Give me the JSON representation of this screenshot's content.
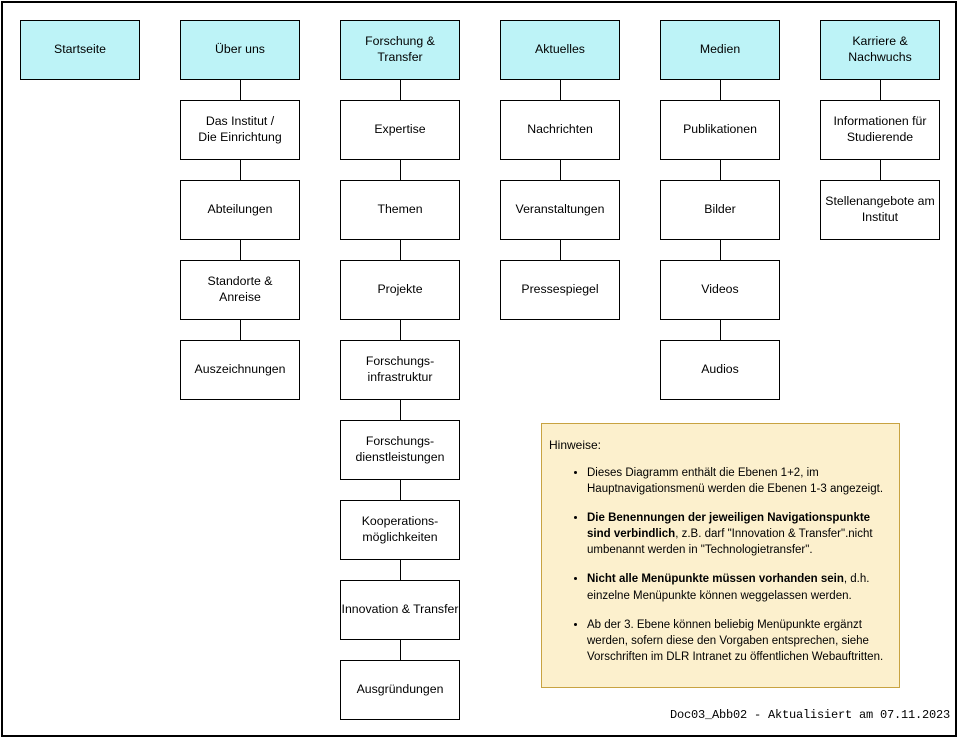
{
  "page": {
    "footer": "Doc03_Abb02 - Aktualisiert am 07.11.2023"
  },
  "colors": {
    "root_box_fill": "#BDF3F7",
    "box_border": "#000000",
    "note_fill": "#FCF0CD",
    "note_border": "#C8A341"
  },
  "sitemap": {
    "columns": [
      {
        "root": "Startseite",
        "children": []
      },
      {
        "root": "Über uns",
        "children": [
          "Das Institut /\nDie Einrichtung",
          "Abteilungen",
          "Standorte &\nAnreise",
          "Auszeichnungen"
        ]
      },
      {
        "root": "Forschung &\nTransfer",
        "children": [
          "Expertise",
          "Themen",
          "Projekte",
          "Forschungs-\ninfrastruktur",
          "Forschungs-\ndienstleistungen",
          "Kooperations-\nmöglichkeiten",
          "Innovation & Transfer",
          "Ausgründungen"
        ]
      },
      {
        "root": "Aktuelles",
        "children": [
          "Nachrichten",
          "Veranstaltungen",
          "Pressespiegel"
        ]
      },
      {
        "root": "Medien",
        "children": [
          "Publikationen",
          "Bilder",
          "Videos",
          "Audios"
        ]
      },
      {
        "root": "Karriere &\nNachwuchs",
        "children": [
          "Informationen für\nStudierende",
          "Stellenangebote am\nInstitut"
        ]
      }
    ]
  },
  "notes": {
    "title": "Hinweise:",
    "bullets": [
      {
        "segments": [
          {
            "text": "Dieses Diagramm enthält die Ebenen 1+2, im Hauptnavigationsmenü werden die Ebenen 1-3 angezeigt.",
            "bold": false
          }
        ]
      },
      {
        "segments": [
          {
            "text": "Die Benennungen der jeweiligen Navigationspunkte sind verbindlich",
            "bold": true
          },
          {
            "text": ", z.B. darf \"Innovation & Transfer\".nicht umbenannt werden in \"Technologietransfer\".",
            "bold": false
          }
        ]
      },
      {
        "segments": [
          {
            "text": "Nicht alle Menüpunkte müssen vorhanden sein",
            "bold": true
          },
          {
            "text": ", d.h. einzelne Menüpunkte können weggelassen werden.",
            "bold": false
          }
        ]
      },
      {
        "segments": [
          {
            "text": "Ab der 3. Ebene können beliebig Menüpunkte ergänzt werden, sofern diese den Vorgaben entsprechen, siehe Vorschriften im DLR Intranet zu öffentlichen Webauftritten.",
            "bold": false
          }
        ]
      }
    ]
  }
}
